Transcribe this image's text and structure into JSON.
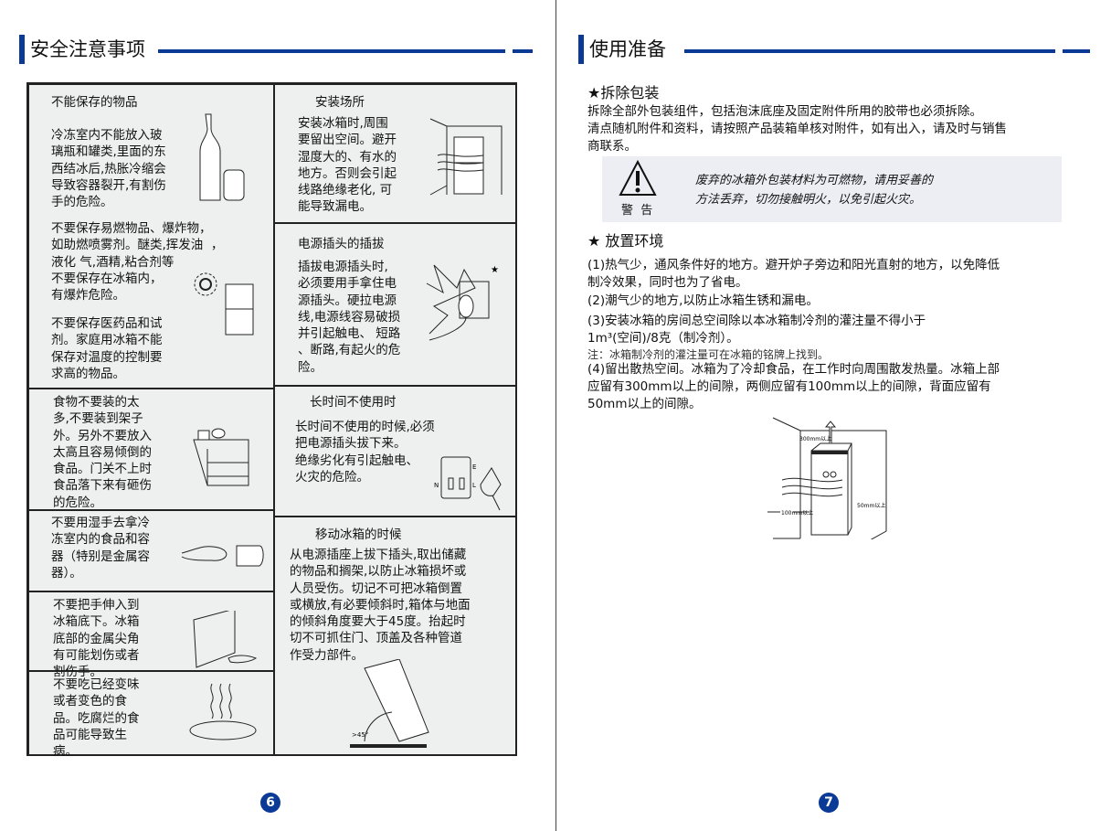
{
  "left_page": {
    "section_title": "安全注意事项",
    "page_number": "6",
    "cells": {
      "storage_title": "不能保存的物品",
      "storage_p1": "冷冻室内不能放入玻\n璃瓶和罐类,里面的东\n西结冰后,热胀冷缩会\n导致容器裂开,有割伤\n手的危险。",
      "storage_p2": "不要保存易燃物品、爆炸物，\n如助燃喷雾剂。醚类,挥发油  ，\n液化 气,酒精,粘合剂等\n不要保存在冰箱内，\n有爆炸危险。",
      "storage_p3": "不要保存医药品和试\n剂。家庭用冰箱不能\n保存对温度的控制要\n求高的物品。",
      "food_load": "食物不要装的太\n多,不要装到架子\n外。另外不要放入\n太高且容易倾倒的\n食品。门关不上时\n食品落下来有砸伤\n的危险。",
      "wet_hands": "不要用湿手去拿冷\n冻室内的食品和容\n器（特别是金属容\n器）。",
      "hand_under": "不要把手伸入到\n冰箱底下。冰箱\n底部的金属尖角\n有可能划伤或者\n割伤手。",
      "spoiled_food": "不要吃已经变味\n或者变色的食\n品。吃腐烂的食\n品可能导致生\n病。",
      "install_title": "安装场所",
      "install_body": "安装冰箱时,周围\n要留出空间。避开\n湿度大的、有水的\n地方。否则会引起\n线路绝缘老化, 可\n能导致漏电。",
      "plug_title": "电源插头的插拔",
      "plug_body": "插拔电源插头时,\n必须要用手拿住电\n源插头。硬拉电源\n线,电源线容易破损\n并引起触电、 短路\n、断路,有起火的危\n险。",
      "unused_title": "长时间不使用时",
      "unused_body": "长时间不使用的时候,必须\n把电源插头拔下来。\n绝缘劣化有引起触电、\n火灾的危险。",
      "move_title": "移动冰箱的时候",
      "move_body": "从电源插座上拔下插头,取出储藏\n的物品和搁架,以防止冰箱损坏或\n人员受伤。切记不可把冰箱倒置\n或横放,有必要倾斜时,箱体与地面\n的倾斜角度要大于45度。抬起时\n切不可抓住门、顶盖及各种管道\n作受力部件。",
      "angle_label": ">45°",
      "socket_labels": [
        "E",
        "N",
        "L"
      ]
    }
  },
  "right_page": {
    "section_title": "使用准备",
    "page_number": "7",
    "unpack_title": "★拆除包装",
    "unpack_body": "拆除全部外包装组件，包括泡沫底座及固定附件所用的胶带也必须拆除。\n清点随机附件和资料，请按照产品装箱单核对附件，如有出入，请及时与销售\n商联系。",
    "warning_label": "警  告",
    "warning_text": "废弃的冰箱外包装材料为可燃物，请用妥善的\n方法丢弃，切勿接触明火，以免引起火灾。",
    "env_title": "★ 放置环境",
    "env_1": "(1)热气少，通风条件好的地方。避开炉子旁边和阳光直射的地方，以免降低\n制冷效果，同时也为了省电。",
    "env_2": "(2)潮气少的地方,以防止冰箱生锈和漏电。",
    "env_3": "(3)安装冰箱的房间总空间除以本冰箱制冷剂的灌注量不得小于\n1m³(空间)/8克（制冷剂）。",
    "env_note": "注：冰箱制冷剂的灌注量可在冰箱的铭牌上找到。",
    "env_4": "(4)留出散热空间。冰箱为了冷却食品，在工作时向周围散发热量。冰箱上部\n应留有300mm以上的间隙，两侧应留有100mm以上的间隙，背面应留有\n50mm以上的间隙。",
    "clearance_top": "300mm以上",
    "clearance_side": "100mm以上",
    "clearance_back": "50mm以上"
  },
  "colors": {
    "accent": "#0a3a96",
    "box_bg": "#eef0f0",
    "warning_bg": "#eceef4"
  }
}
